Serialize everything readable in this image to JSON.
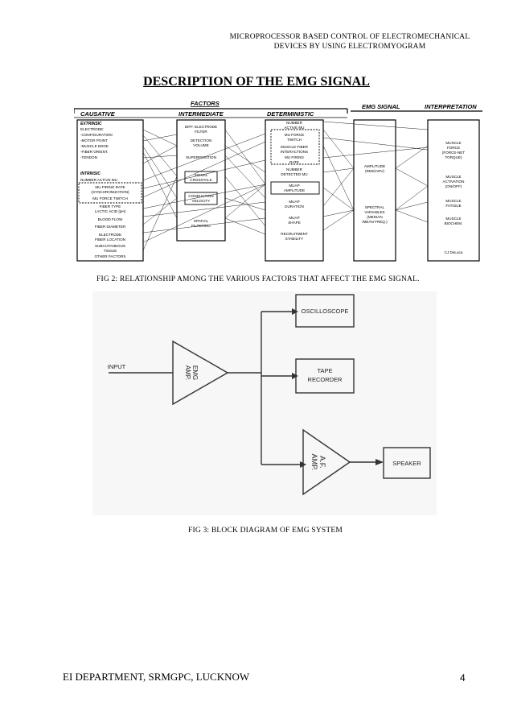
{
  "header": {
    "line1": "MICROPROCESSOR BASED CONTROL OF ELECTROMECHANICAL",
    "line2": "DEVICES BY USING ELECTROMYOGRAM"
  },
  "section_title": "DESCRIPTION OF THE EMG SIGNAL",
  "figure2": {
    "caption": "FIG 2: RELATIONSHIP AMONG THE VARIOUS FACTORS THAT AFFECT THE EMG SIGNAL.",
    "factors_heading": "FACTORS",
    "causative": {
      "title": "CAUSATIVE",
      "extrinsic_title": "EXTRINSIC",
      "extrinsic": [
        "ELECTRODE:",
        "-CONFIGURATION",
        "-MOTOR POINT",
        "-MUSCLE EDGE",
        "-FIBER ORIENT.",
        "-TENDON"
      ],
      "intrinsic_title": "INTRINSIC",
      "intrinsic": [
        "NUMBER ACTIVE MU",
        "MU FIRING RATE",
        "(SYNCHRONIZATION)",
        "MU FORCE TWITCH",
        "FIBER TYPE",
        "LACTIC ACID (pH)",
        "BLOOD FLOW",
        "FIBER DIAMETER",
        "ELECTRODE",
        "FIBER LOCATION",
        "SUBCUTANEOUS",
        "TISSUE",
        "OTHER FACTORS"
      ]
    },
    "intermediate": {
      "title": "INTERMEDIATE",
      "items": [
        "DIFF. ELECTRODE",
        "FILTER",
        "DETECTION",
        "VOLUME",
        "SUPERPOSITION",
        "SIGNAL",
        "CROSSTALK",
        "CONDUCTION",
        "VELOCITY",
        "SPATIAL",
        "FILTERING"
      ]
    },
    "deterministic": {
      "title": "DETERMINISTIC",
      "items": [
        "NUMBER",
        "ACTIVE MU",
        "MU FORCE",
        "TWITCH",
        "MUSCLE FIBER",
        "INTERACTIONS",
        "MU FIRING",
        "RATE",
        "NUMBER",
        "DETECTED MU",
        "MUAP",
        "AMPLITUDE",
        "MUAP",
        "DURATION",
        "MUAP",
        "SHAPE",
        "RECRUITMENT",
        "STABILITY"
      ]
    },
    "emg_signal": {
      "title": "EMG SIGNAL",
      "items": [
        "AMPLITUDE",
        "(RMS/ARV)",
        "SPECTRAL",
        "VARIABLES",
        "(MEDIAN",
        "/MEAN FREQ.)"
      ]
    },
    "interpretation": {
      "title": "INTERPRETATION",
      "items": [
        "MUSCLE",
        "FORCE",
        "(FORCE-NET",
        "TORQUE)",
        "MUSCLE",
        "ACTIVATION",
        "(ON/OFF)",
        "MUSCLE",
        "FATIGUE",
        "MUSCLE",
        "BIOCHEM."
      ],
      "credit": "CJ DeLuca"
    }
  },
  "figure3": {
    "caption": "FIG 3: BLOCK DIAGRAM OF EMG SYSTEM",
    "input_label": "INPUT",
    "emg_amp": [
      "EMG",
      "AMP."
    ],
    "af_amp": [
      "A.F.",
      "AMP."
    ],
    "oscilloscope": "OSCILLOSCOPE",
    "tape": [
      "TAPE",
      "RECORDER"
    ],
    "speaker": "SPEAKER"
  },
  "footer": {
    "department": "EI DEPARTMENT, SRMGPC, LUCKNOW",
    "page_number": "4"
  }
}
